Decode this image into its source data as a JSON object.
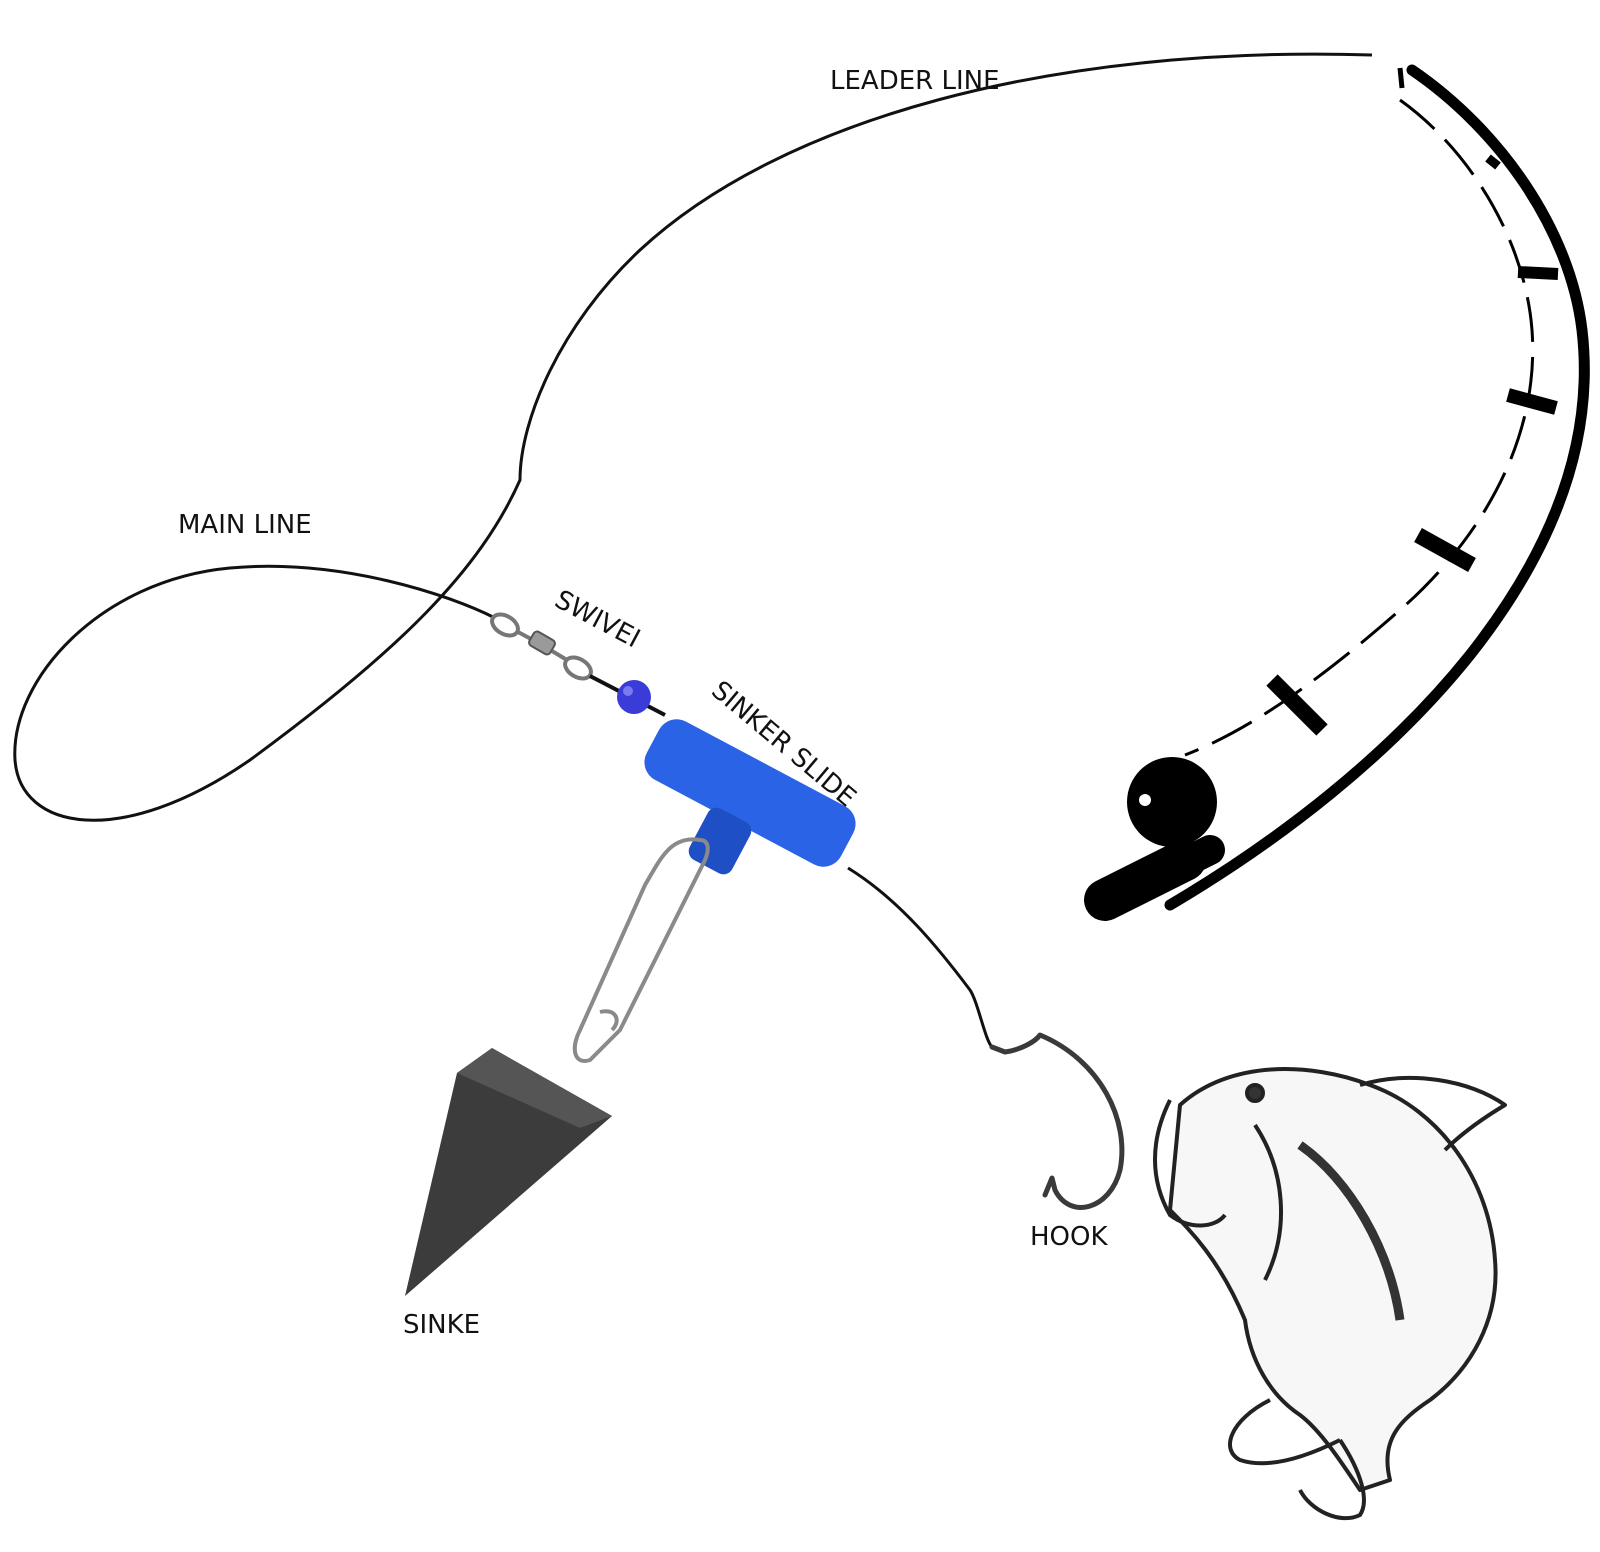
{
  "labels": {
    "leader_line": "LEADER LINE",
    "main_line": "MAIN LINE",
    "swivel": "SWIVEI",
    "sinker_slide": "SINKER SLIDE",
    "hook": "HOOK",
    "sinker": "SINKE"
  },
  "colors": {
    "line": "#111111",
    "rod": "#000000",
    "slide": "#2b63e6",
    "slide_shade": "#1f4fc4",
    "bead": "#3b3bd8",
    "sinker": "#3c3c3c",
    "metal": "#8a8a8a"
  }
}
